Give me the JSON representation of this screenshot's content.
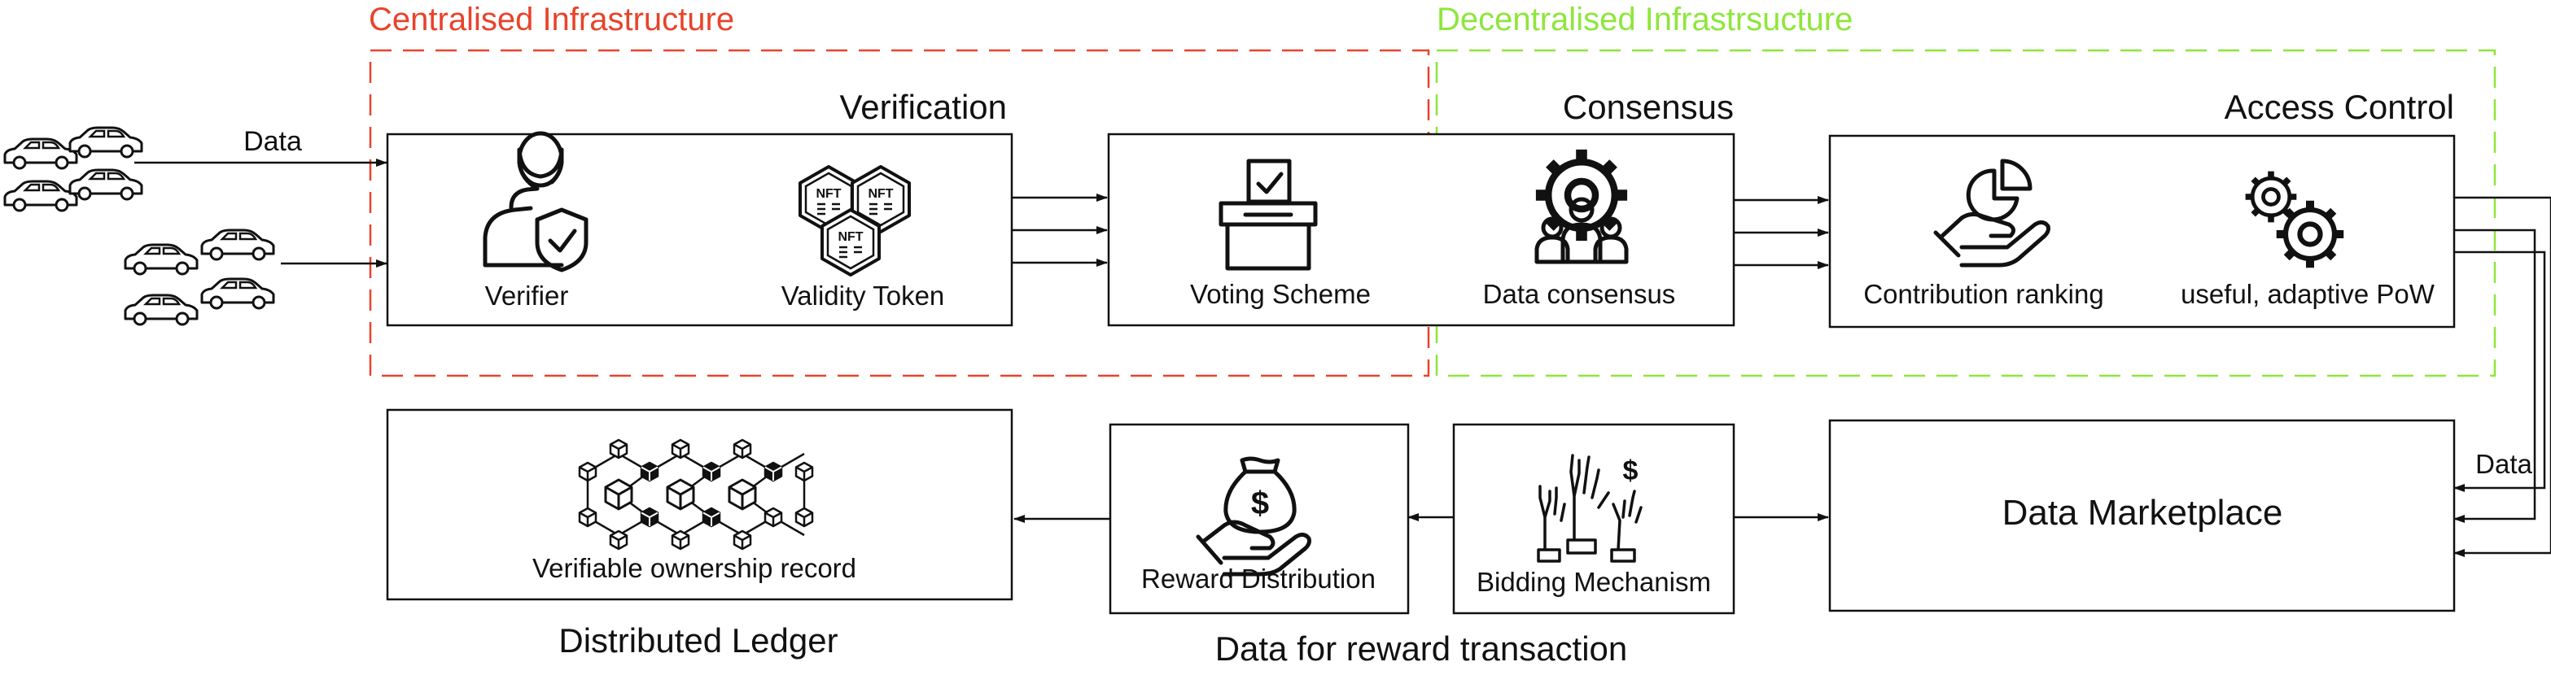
{
  "regions": {
    "centralised": "Centralised Infrastructure",
    "decentralised": "Decentralised Infrastrsucture"
  },
  "colors": {
    "centralised": "#e8432b",
    "decentralised": "#8ee63a",
    "stroke": "#111111"
  },
  "verification": {
    "title": "Verification",
    "verifier": "Verifier",
    "validity_token": "Validity Token",
    "nft_label": "NFT"
  },
  "consensus": {
    "title": "Consensus",
    "voting_scheme": "Voting Scheme",
    "data_consensus": "Data consensus"
  },
  "access_control": {
    "title": "Access Control",
    "contribution_ranking": "Contribution ranking",
    "pow": "useful, adaptive PoW"
  },
  "inputs": {
    "data_label_left": "Data",
    "data_label_right": "Data"
  },
  "marketplace": {
    "label": "Data Marketplace"
  },
  "reward": {
    "bidding": "Bidding Mechanism",
    "distribution": "Reward Distribution",
    "title": "Data for reward transaction",
    "dollar": "$"
  },
  "ledger": {
    "record": "Verifiable ownership record",
    "title": "Distributed Ledger"
  },
  "icons": [
    "car-icon",
    "verifier-shield-icon",
    "nft-token-icon",
    "ballot-box-icon",
    "team-gear-icon",
    "pie-hand-icon",
    "gears-icon",
    "blockchain-icon",
    "money-bag-hand-icon",
    "raised-hands-icon"
  ]
}
